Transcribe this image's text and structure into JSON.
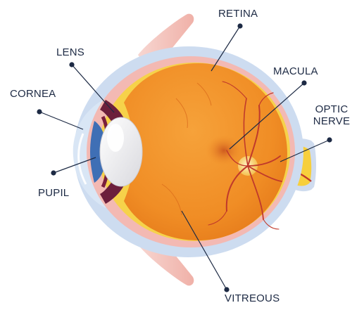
{
  "labels": {
    "retina": "RETINA",
    "lens": "LENS",
    "macula": "MACULA",
    "cornea": "CORNEA",
    "optic_line1": "OPTIC",
    "optic_line2": "NERVE",
    "pupil": "PUPIL",
    "vitreous": "VITREOUS"
  },
  "colors": {
    "sclera": "#c9d9ee",
    "choroid": "#f3b9b3",
    "retina_layer": "#f6d24a",
    "vitreous": "#f08d25",
    "vitreous_shade": "#e6791b",
    "iris": "#3f6fb5",
    "lens": "#ffffff",
    "vessel": "#c0392b",
    "muscle": "#f4c4bd",
    "optic_nerve": "#f7cf3c",
    "pointer": "#1d2a44"
  }
}
